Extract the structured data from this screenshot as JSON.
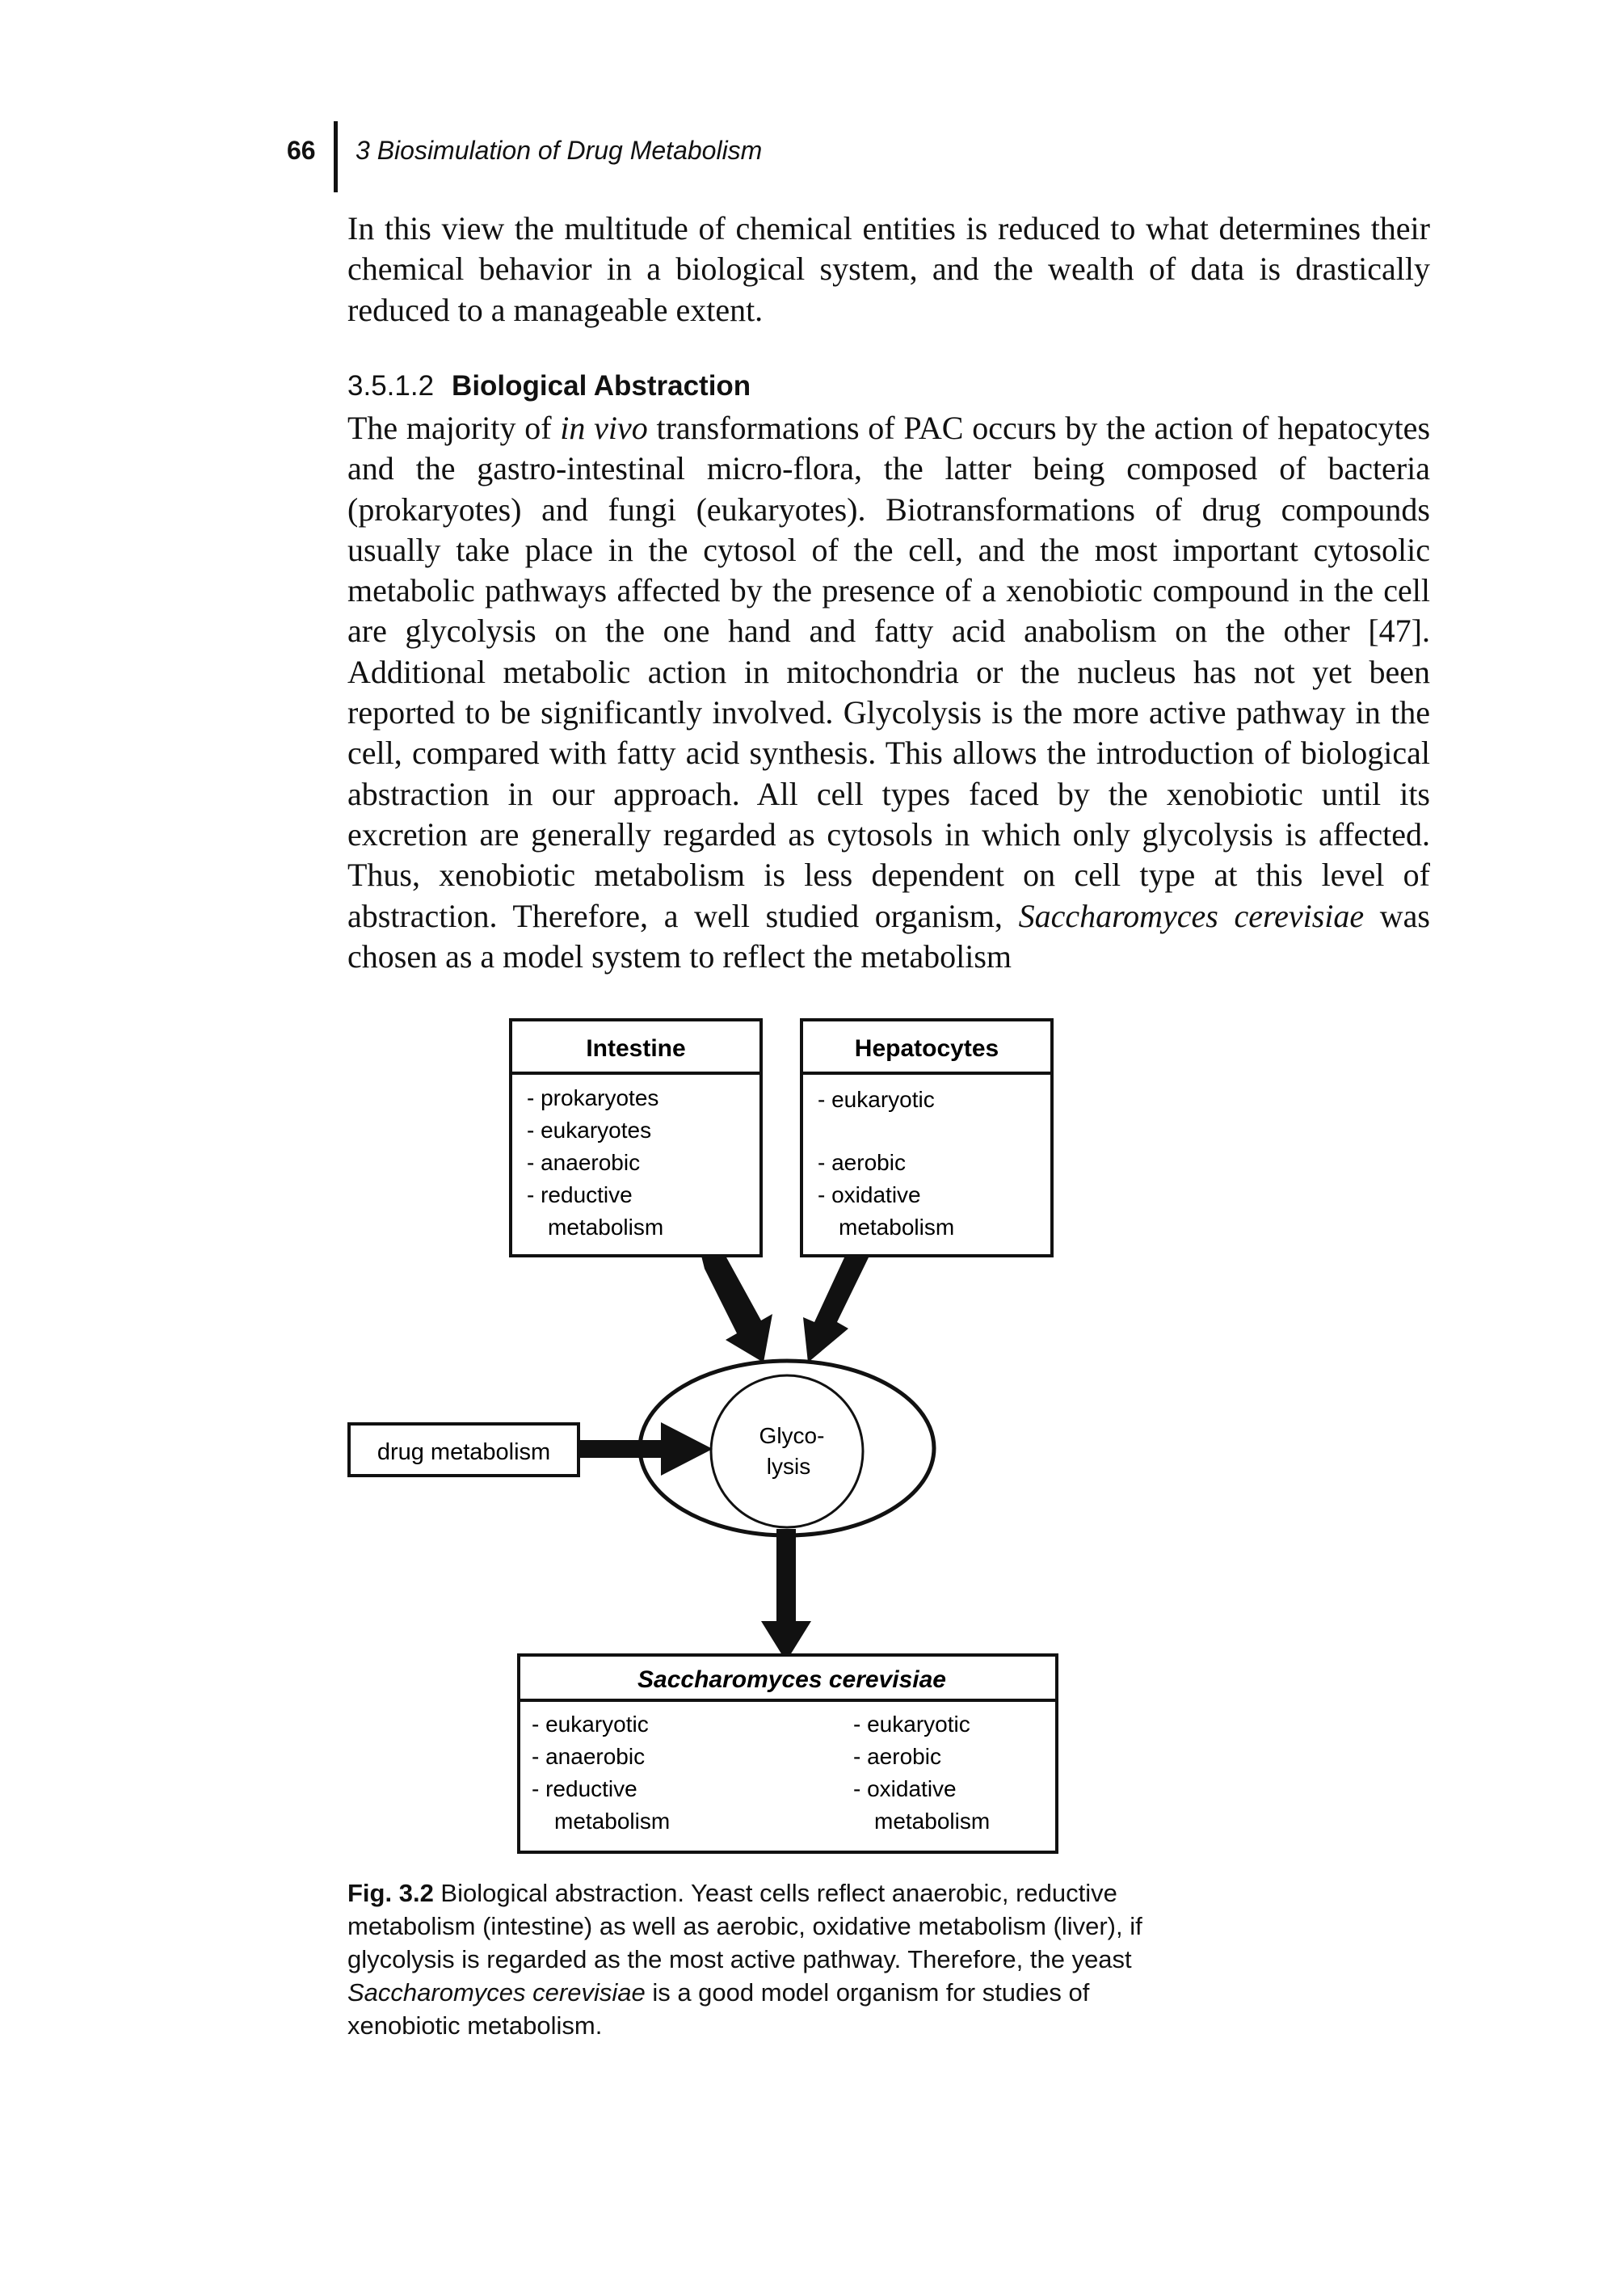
{
  "header": {
    "page_number": "66",
    "running_head": "3 Biosimulation of Drug Metabolism"
  },
  "body": {
    "paragraph_1": "In this view the multitude of chemical entities is reduced to what determines their chemical behavior in a biological system, and the wealth of data is drastically reduced to a manageable extent.",
    "section_number": "3.5.1.2",
    "section_title": "Biological Abstraction",
    "p2_part1": "The majority of ",
    "p2_italic1": "in vivo",
    "p2_part2": " transformations of PAC occurs by the action of hepatocytes and the gastro-intestinal micro-flora, the latter being composed of bacteria (prokaryotes) and fungi (eukaryotes). Biotransformations of drug compounds usually take place in the cytosol of the cell, and the most important cytosolic metabolic pathways affected by the presence of a xenobiotic compound in the cell are glycolysis on the one hand and fatty acid anabolism on the other [47]. Additional metabolic action in mitochondria or the nucleus has not yet been reported to be significantly involved. Glycolysis is the more active pathway in the cell, compared with fatty acid synthesis. This allows the introduction of biological abstraction in our approach. All cell types faced by the xenobiotic until its excretion are generally regarded as cytosols in which only glycolysis is affected. Thus, xenobiotic metabolism is less dependent on cell type at this level of abstraction. Therefore, a well studied organism, ",
    "p2_italic2": "Saccharomyces cerevisiae",
    "p2_part3": " was chosen as a model system to reflect the metabolism"
  },
  "figure": {
    "intestine": {
      "title": "Intestine",
      "lines": [
        "- prokaryotes",
        "- eukaryotes",
        "- anaerobic",
        "- reductive",
        "metabolism"
      ]
    },
    "hepatocytes": {
      "title": "Hepatocytes",
      "lines": [
        "- eukaryotic",
        "- aerobic",
        "- oxidative",
        "metabolism"
      ]
    },
    "drug_metabolism": "drug metabolism",
    "glycolysis_line1": "Glyco-",
    "glycolysis_line2": "lysis",
    "yeast": {
      "title": "Saccharomyces cerevisiae",
      "left_lines": [
        "- eukaryotic",
        "- anaerobic",
        "- reductive",
        "metabolism"
      ],
      "right_lines": [
        "- eukaryotic",
        "- aerobic",
        "- oxidative",
        "metabolism"
      ]
    }
  },
  "caption": {
    "label": "Fig. 3.2",
    "text_part1": " Biological abstraction. Yeast cells reflect anaerobic, reductive metabolism (intestine) as well as aerobic, oxidative metabolism (liver), if glycolysis is regarded as the most active pathway. Therefore, the yeast ",
    "text_italic": "Saccharomyces cerevisiae",
    "text_part2": " is a good model organism for studies of xenobiotic metabolism."
  }
}
